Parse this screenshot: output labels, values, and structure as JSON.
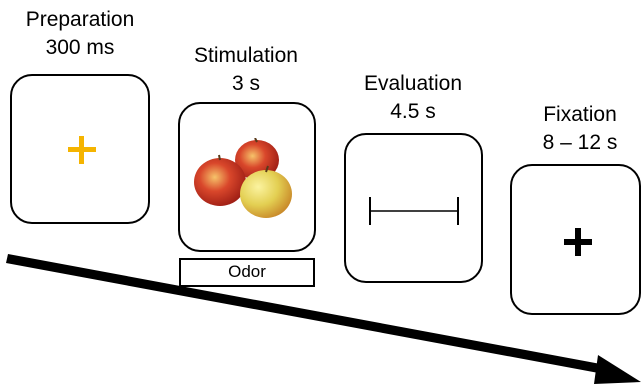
{
  "phases": [
    {
      "name": "Preparation",
      "duration": "300 ms"
    },
    {
      "name": "Stimulation",
      "duration": "3 s"
    },
    {
      "name": "Evaluation",
      "duration": "4.5 s"
    },
    {
      "name": "Fixation",
      "duration": "8 – 12 s"
    }
  ],
  "stimulation": {
    "odor_label": "Odor",
    "image_icon": "apples-image"
  },
  "preparation": {
    "cross_icon": "fixation-cross-icon",
    "cross_color": "#f5b400"
  },
  "fixation": {
    "cross_icon": "fixation-cross-icon",
    "cross_color": "#000000"
  },
  "evaluation": {
    "scale_icon": "rating-scale-icon"
  },
  "timeline": {
    "arrow_icon": "time-arrow-icon"
  }
}
